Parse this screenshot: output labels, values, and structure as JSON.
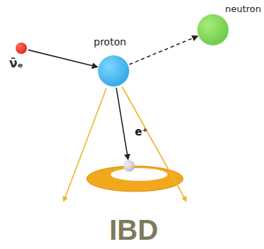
{
  "diagram": {
    "nodes": [
      {
        "text": [
          "ν̄ₑ"
        ]
      },
      {
        "text": [
          "proton"
        ]
      },
      {
        "text": [
          "neutron"
        ]
      },
      {
        "text": [
          "e⁺"
        ]
      }
    ],
    "edges": [
      {
        "from": 0,
        "to": 1,
        "arrow": "to"
      },
      {
        "from": 1,
        "to": 2,
        "arrow": "to"
      },
      {
        "from": 1,
        "to": 3,
        "arrow": "to"
      }
    ],
    "labels": [
      "IBD"
    ]
  }
}
